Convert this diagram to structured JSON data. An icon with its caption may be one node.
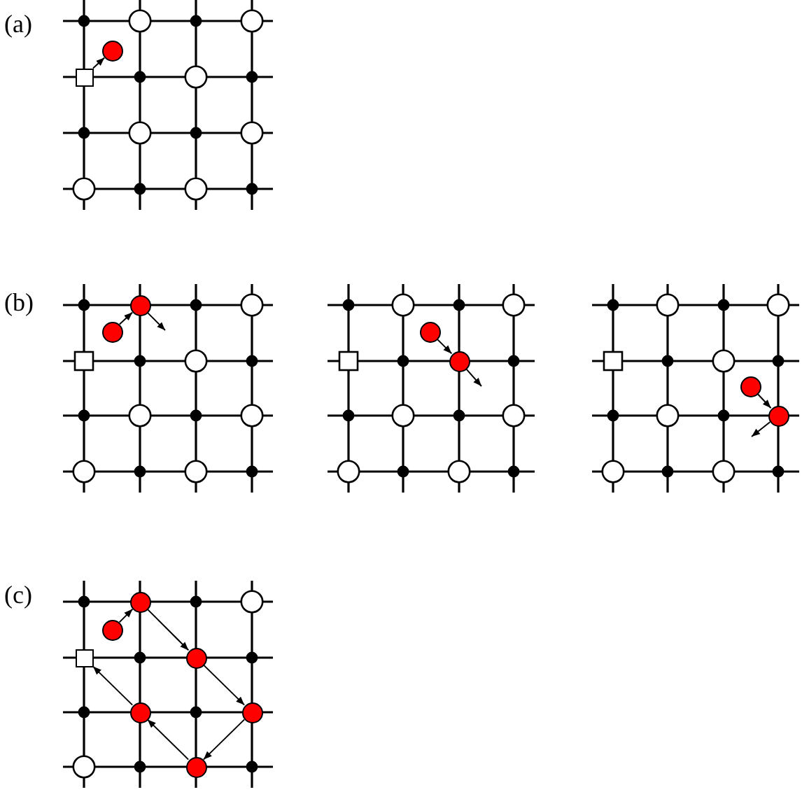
{
  "diagram": {
    "nodes": [
      {
        "text": [],
        "shape": "circle"
      },
      {
        "text": [],
        "shape": "box"
      },
      {
        "text": [],
        "shape": "circle"
      },
      {
        "text": [],
        "shape": "circle"
      },
      {
        "text": [],
        "shape": "circle"
      },
      {
        "text": [],
        "shape": "circle"
      },
      {
        "text": [],
        "shape": "circle"
      },
      {
        "text": [],
        "shape": "circle"
      },
      {
        "text": [],
        "shape": "circle"
      },
      {
        "text": [],
        "shape": "circle"
      },
      {
        "text": [],
        "shape": "box"
      },
      {
        "text": [],
        "shape": "circle"
      },
      {
        "text": [],
        "shape": "circle"
      },
      {
        "text": [],
        "shape": "circle"
      },
      {
        "text": [],
        "shape": "circle"
      }
    ],
    "edges": [
      {
        "from": 1,
        "to": 0,
        "arrow": "to"
      },
      {
        "from": 3,
        "to": 2,
        "arrow": "to"
      },
      {
        "from": 2,
        "to": null,
        "arrow": "to"
      },
      {
        "from": 4,
        "to": 5,
        "arrow": "to"
      },
      {
        "from": 5,
        "to": null,
        "arrow": "to"
      },
      {
        "from": 6,
        "to": 7,
        "arrow": "to"
      },
      {
        "from": 7,
        "to": null,
        "arrow": "to"
      },
      {
        "from": 9,
        "to": 8,
        "arrow": "to"
      },
      {
        "from": 8,
        "to": 11,
        "arrow": "to"
      },
      {
        "from": 11,
        "to": 13,
        "arrow": "to"
      },
      {
        "from": 13,
        "to": 14,
        "arrow": "to"
      },
      {
        "from": 14,
        "to": 12,
        "arrow": "to"
      },
      {
        "from": 12,
        "to": 10,
        "arrow": "to"
      }
    ],
    "labels": [
      "(a)",
      "(b)",
      "(c)"
    ]
  }
}
